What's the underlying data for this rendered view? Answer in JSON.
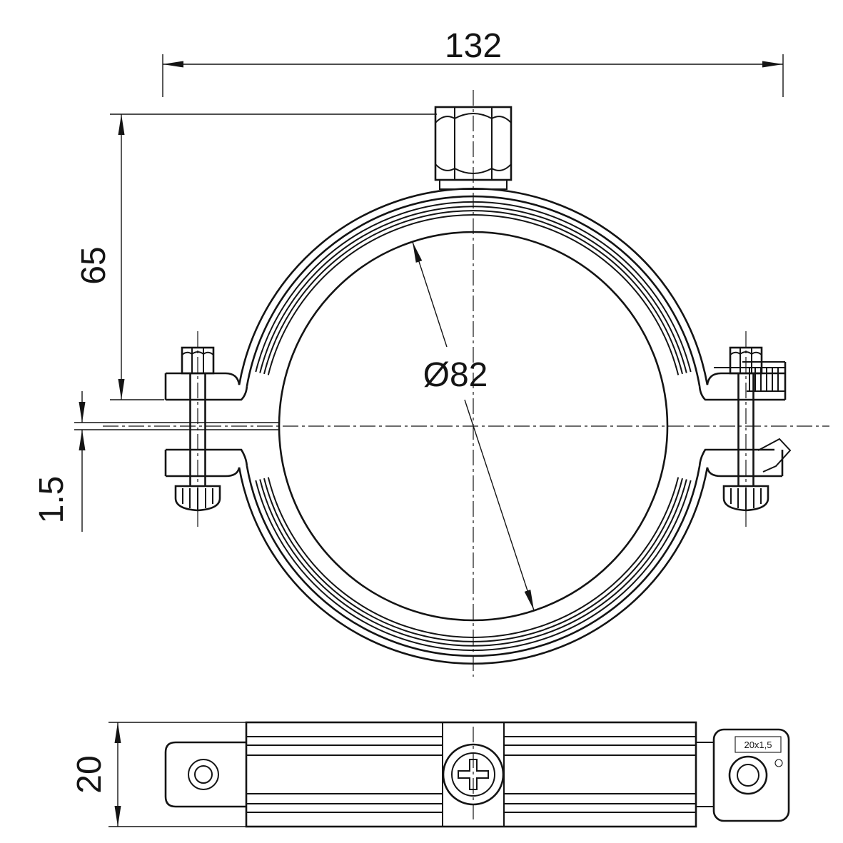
{
  "drawing": {
    "type": "pipe-clamp-technical-drawing",
    "colors": {
      "line": "#141414",
      "background": "#ffffff"
    },
    "dim_overall_width": "132",
    "dim_nut_height": "65",
    "dim_rubber_lip": "1.5",
    "dim_inner_diameter": "Ø82",
    "dim_band_width": "20",
    "stamp_text": "20x1,5"
  }
}
